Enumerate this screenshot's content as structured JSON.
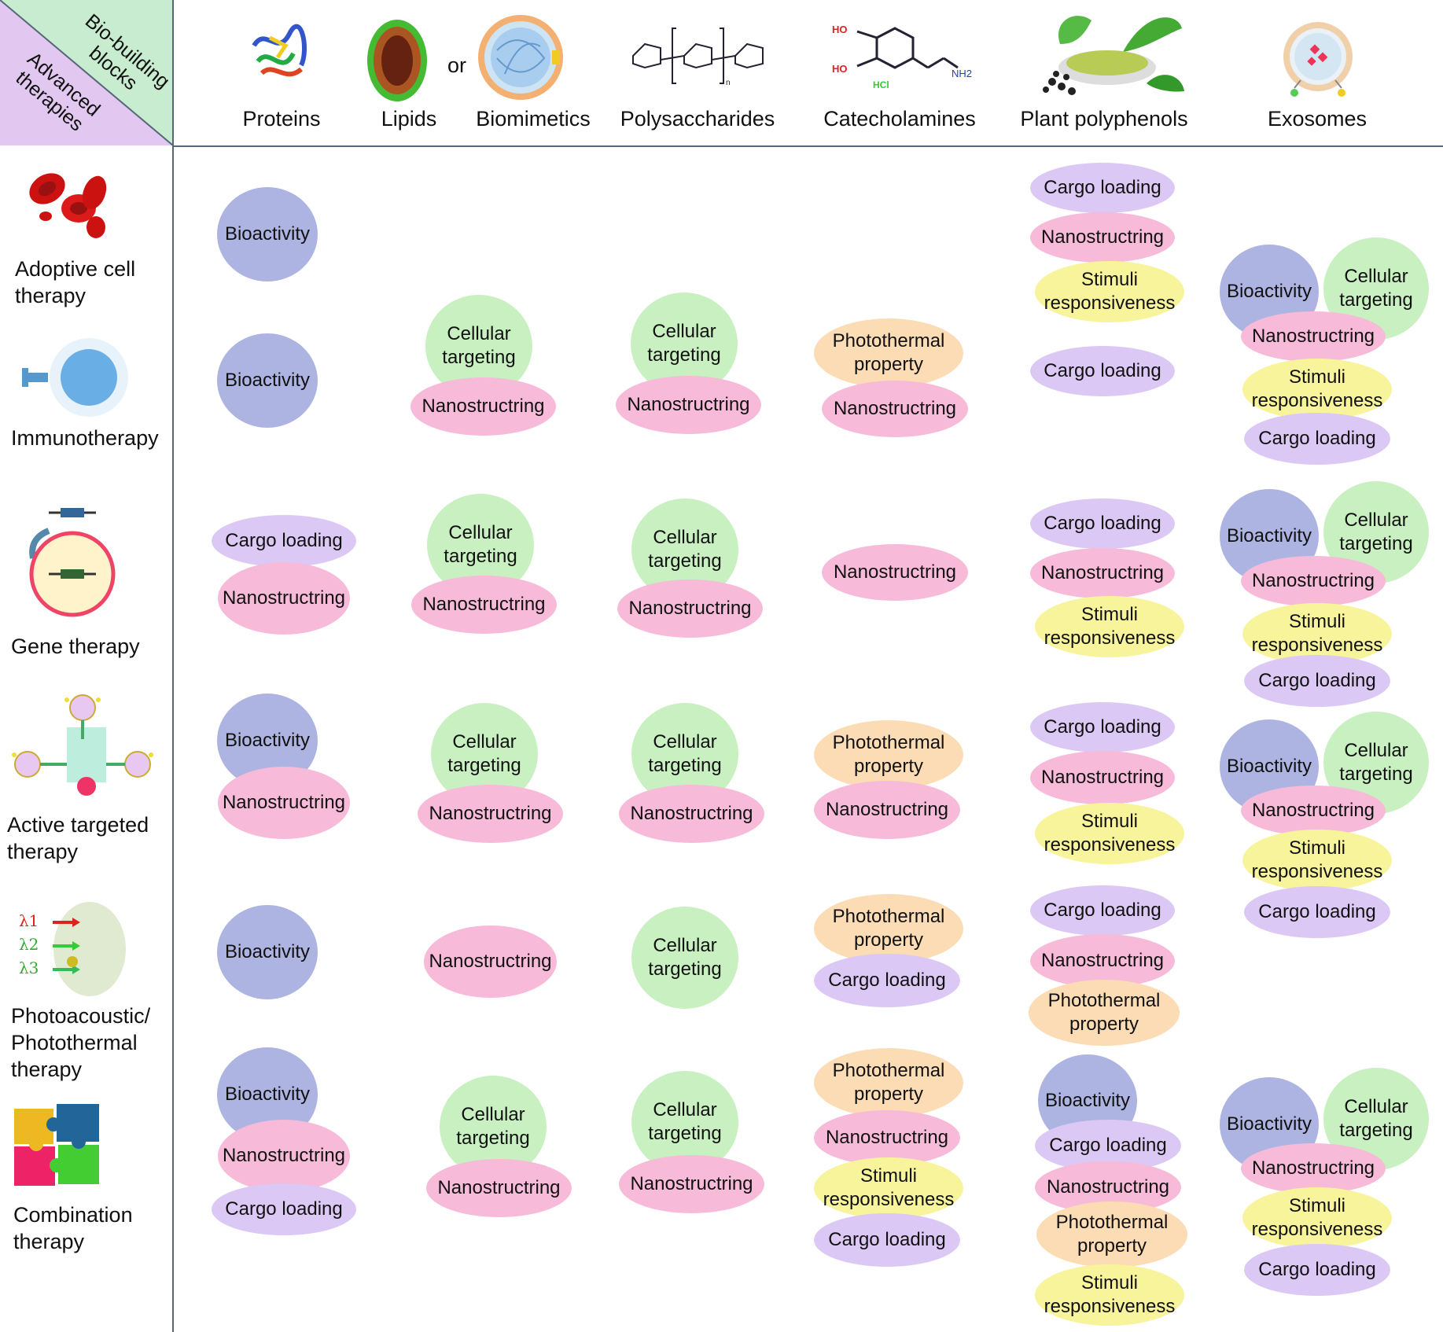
{
  "corner": {
    "top_label": "Bio-building blocks",
    "bottom_label": "Advanced therapies"
  },
  "columns": [
    {
      "label": "Proteins",
      "icon": "protein-icon"
    },
    {
      "label": "Lipids",
      "icon": "lipid-icon"
    },
    {
      "label": "Biomimetics",
      "icon": "biomimetic-icon"
    },
    {
      "label": "Polysaccharides",
      "icon": "polysaccharide-icon"
    },
    {
      "label": "Catecholamines",
      "icon": "catecholamine-icon"
    },
    {
      "label": "Plant polyphenols",
      "icon": "plant-polyphenol-icon"
    },
    {
      "label": "Exosomes",
      "icon": "exosome-icon"
    }
  ],
  "or_text": "or",
  "structure_labels": {
    "ho1": "HO",
    "ho2": "HO",
    "hcl": "HCl",
    "nh2": "NH2",
    "n": "n"
  },
  "rows": [
    {
      "label": "Adoptive cell\ntherapy",
      "icon": "red-blood-cells-icon"
    },
    {
      "label": "Immunotherapy",
      "icon": "immune-cell-icon"
    },
    {
      "label": "Gene therapy",
      "icon": "gene-cell-icon"
    },
    {
      "label": "Active targeted\ntherapy",
      "icon": "targeted-nanoparticle-icon"
    },
    {
      "label": "Photoacoustic/\nPhotothermal\ntherapy",
      "icon": "light-wavelength-icon"
    },
    {
      "label": "Combination\ntherapy",
      "icon": "puzzle-icon"
    }
  ],
  "light_labels": [
    "λ1",
    "λ2",
    "λ3"
  ],
  "properties": {
    "bio": "Bioactivity",
    "cell": "Cellular\ntargeting",
    "nano": "Nanostructring",
    "cargo": "Cargo loading",
    "stim": "Stimuli\nresponsiveness",
    "photo": "Photothermal\nproperty"
  },
  "colors": {
    "bio": "#aeb4e2",
    "cell": "#c8f0c0",
    "nano": "#f7bad8",
    "cargo": "#dcc8f4",
    "stim": "#f7f49c",
    "photo": "#fbdcb4",
    "corner_top": "#c8ecd0",
    "corner_bottom": "#e2c8f0"
  }
}
